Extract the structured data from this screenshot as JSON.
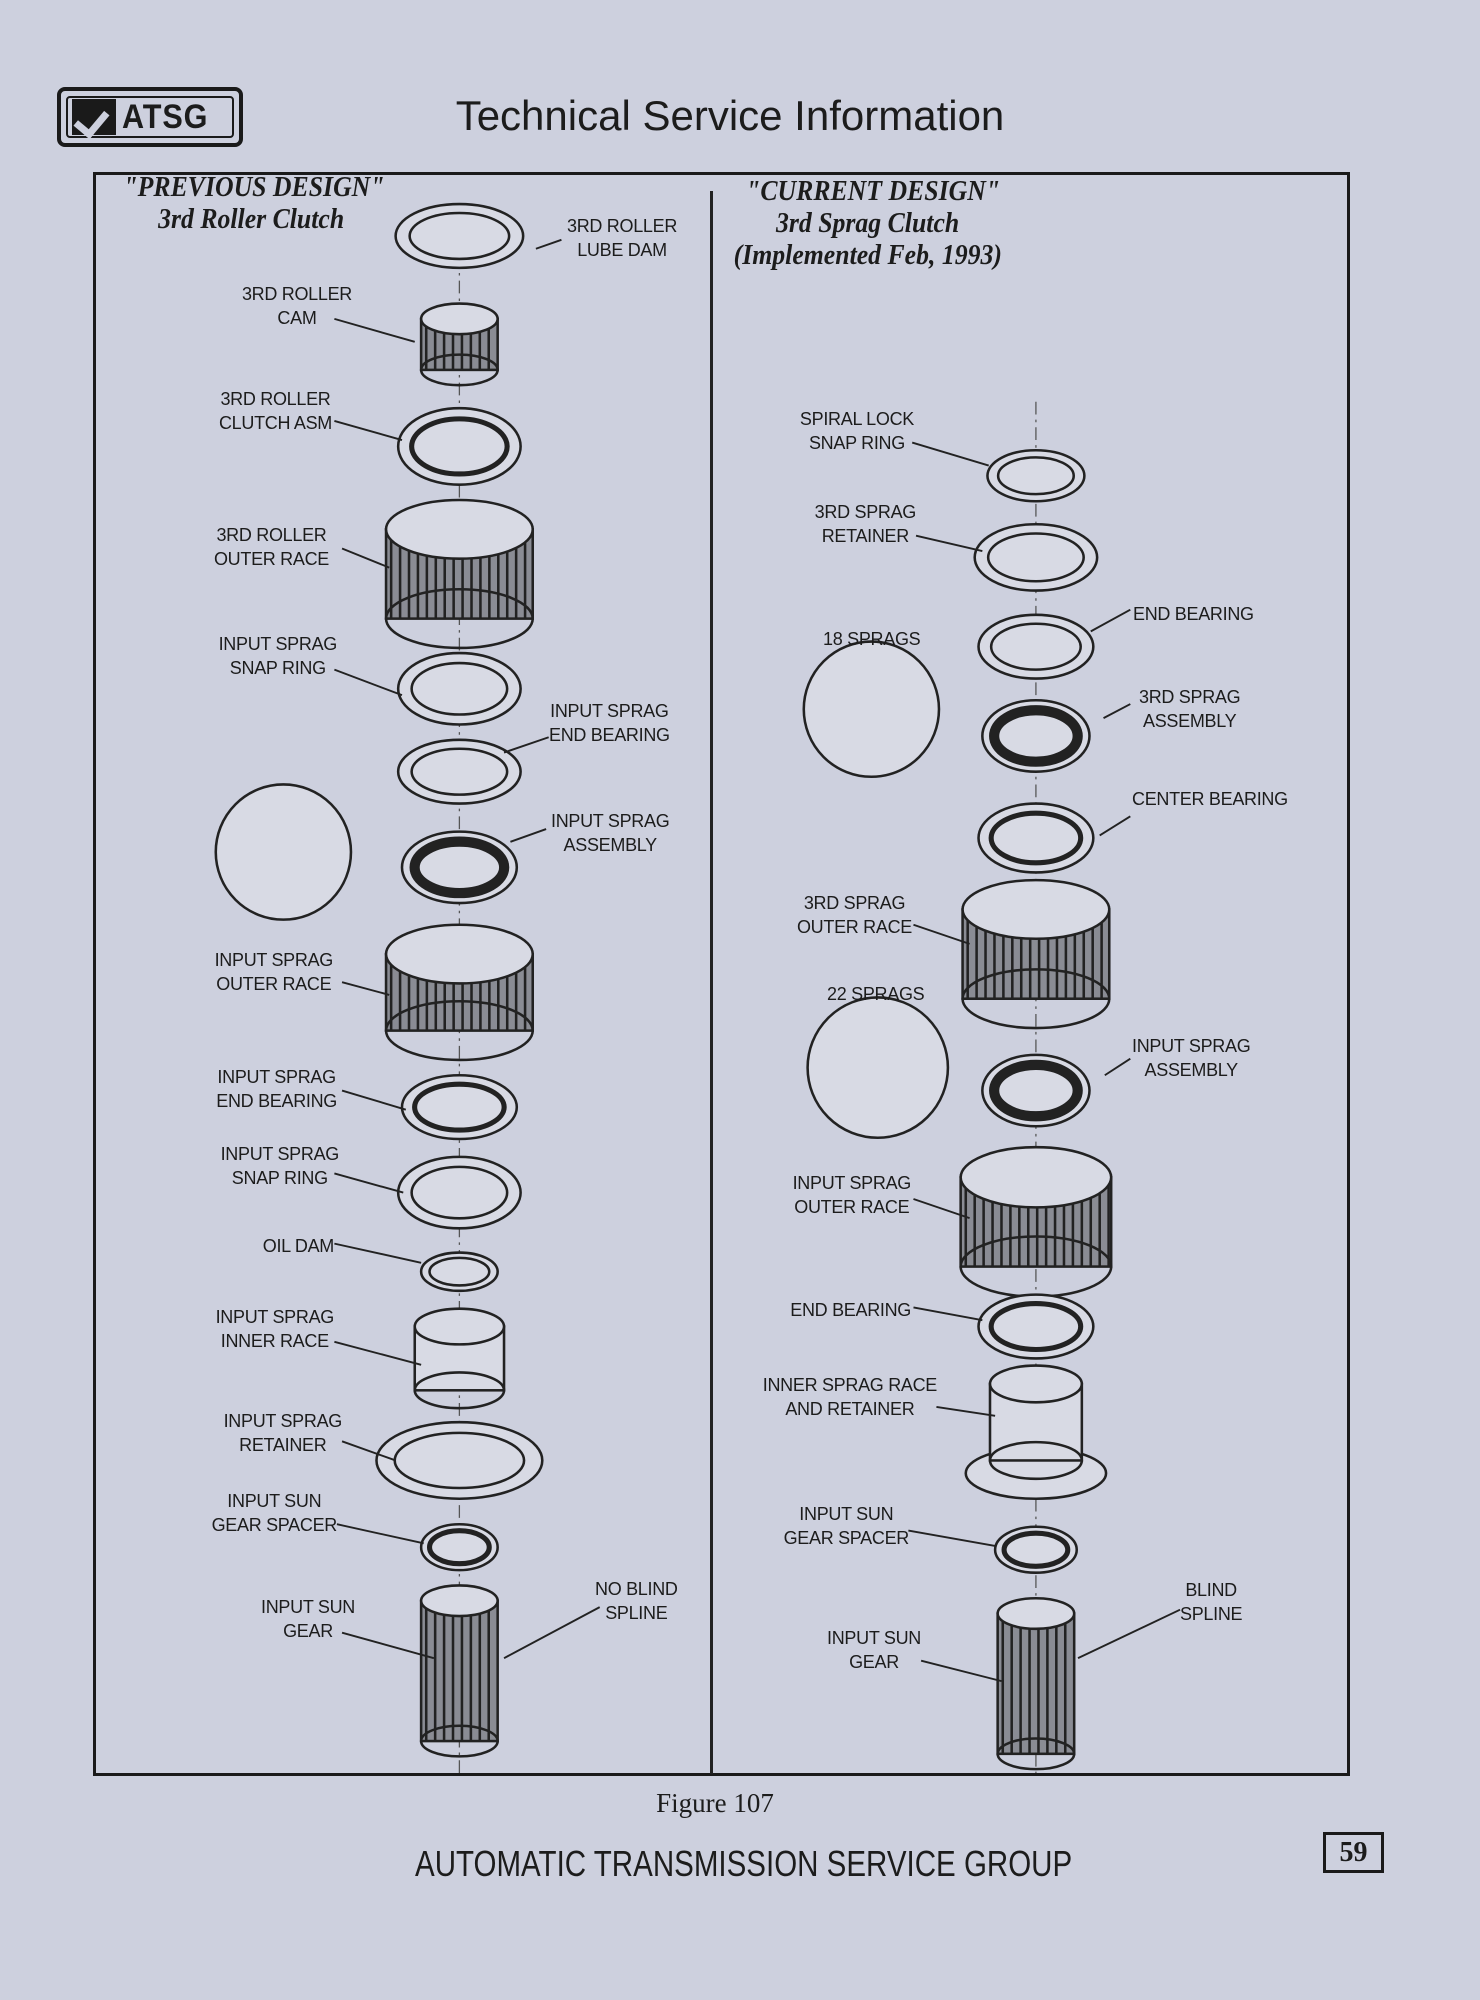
{
  "header": {
    "logo_text": "ATSG",
    "title": "Technical Service Information"
  },
  "left": {
    "heading": "\"PREVIOUS DESIGN\"",
    "subheading": "3rd Roller Clutch",
    "labels": [
      {
        "l1": "3RD ROLLER",
        "l2": "LUBE DAM"
      },
      {
        "l1": "3RD ROLLER",
        "l2": "CAM"
      },
      {
        "l1": "3RD ROLLER",
        "l2": "CLUTCH ASM"
      },
      {
        "l1": "3RD ROLLER",
        "l2": "OUTER RACE"
      },
      {
        "l1": "INPUT SPRAG",
        "l2": "SNAP RING"
      },
      {
        "l1": "INPUT SPRAG",
        "l2": "END BEARING"
      },
      {
        "l1": "INPUT SPRAG",
        "l2": "ASSEMBLY"
      },
      {
        "l1": "INPUT SPRAG",
        "l2": "OUTER RACE"
      },
      {
        "l1": "INPUT SPRAG",
        "l2": "END BEARING"
      },
      {
        "l1": "INPUT SPRAG",
        "l2": "SNAP RING"
      },
      {
        "l1": "OIL DAM",
        "l2": ""
      },
      {
        "l1": "INPUT SPRAG",
        "l2": "INNER RACE"
      },
      {
        "l1": "INPUT SPRAG",
        "l2": "RETAINER"
      },
      {
        "l1": "INPUT SUN",
        "l2": "GEAR SPACER"
      },
      {
        "l1": "INPUT SUN",
        "l2": "GEAR"
      },
      {
        "l1": "NO BLIND",
        "l2": "SPLINE"
      }
    ]
  },
  "right": {
    "heading": "\"CURRENT DESIGN\"",
    "subheading": "3rd Sprag Clutch",
    "subheading2": "(Implemented Feb, 1993)",
    "labels": [
      {
        "l1": "SPIRAL LOCK",
        "l2": "SNAP RING"
      },
      {
        "l1": "3RD SPRAG",
        "l2": "RETAINER"
      },
      {
        "l1": "END BEARING",
        "l2": ""
      },
      {
        "l1": "18 SPRAGS",
        "l2": ""
      },
      {
        "l1": "3RD SPRAG",
        "l2": "ASSEMBLY"
      },
      {
        "l1": "CENTER BEARING",
        "l2": ""
      },
      {
        "l1": "3RD SPRAG",
        "l2": "OUTER RACE"
      },
      {
        "l1": "22 SPRAGS",
        "l2": ""
      },
      {
        "l1": "INPUT SPRAG",
        "l2": "ASSEMBLY"
      },
      {
        "l1": "INPUT SPRAG",
        "l2": "OUTER RACE"
      },
      {
        "l1": "END BEARING",
        "l2": ""
      },
      {
        "l1": "INNER SPRAG RACE",
        "l2": "AND RETAINER"
      },
      {
        "l1": "INPUT SUN",
        "l2": "GEAR SPACER"
      },
      {
        "l1": "INPUT SUN",
        "l2": "GEAR"
      },
      {
        "l1": "BLIND",
        "l2": "SPLINE"
      }
    ]
  },
  "footer": {
    "caption": "Figure 107",
    "org": "AUTOMATIC TRANSMISSION SERVICE GROUP",
    "page": "59"
  }
}
